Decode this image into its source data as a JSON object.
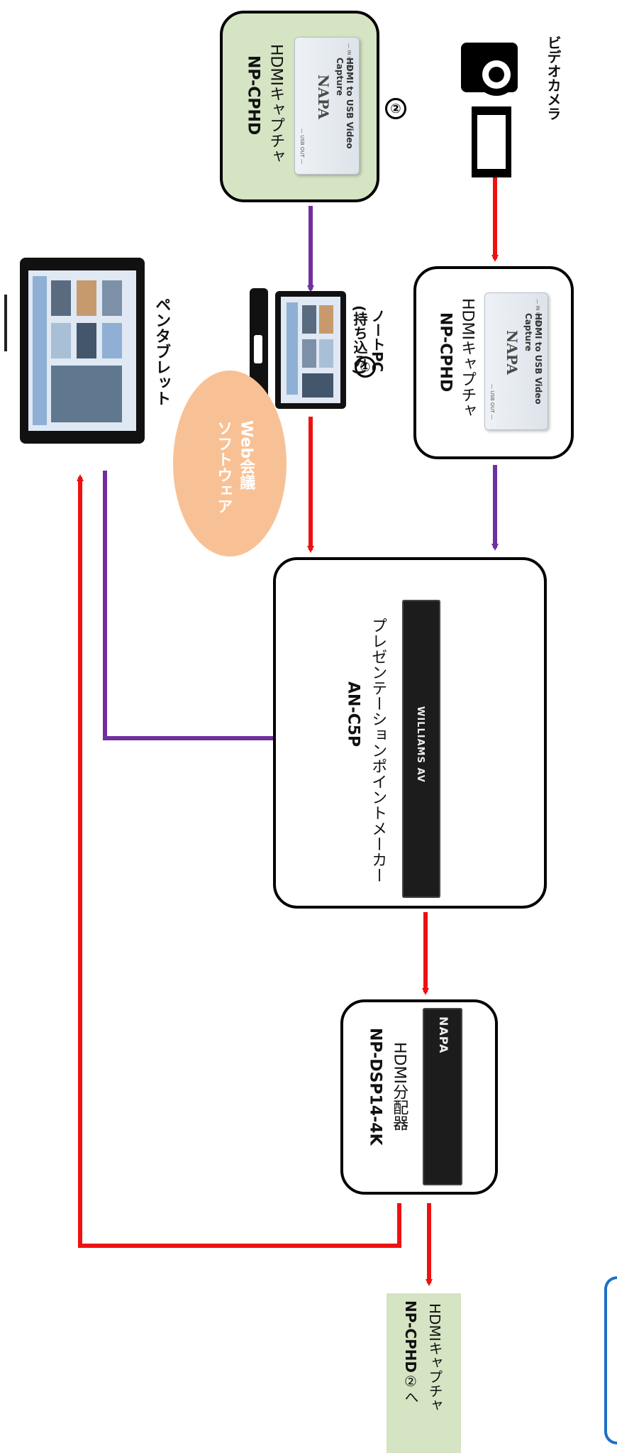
{
  "circled_numbers": {
    "one": "①",
    "two": "②",
    "two_inline": "②へ"
  },
  "camera": {
    "label": "ビデオカメラ"
  },
  "capture1": {
    "name": "HDMIキャプチャ",
    "model": "NP-CPHD",
    "device_text": "HDMI to USB Video Capture",
    "brand": "NAPA",
    "port_in": "— IN HDMI —",
    "port_out": "— USB OUT —"
  },
  "capture2": {
    "name": "HDMIキャプチャ",
    "model": "NP-CPHD",
    "device_text": "HDMI to USB Video Capture",
    "brand": "NAPA",
    "port_in": "— IN HDMI —",
    "port_out": "— USB OUT —"
  },
  "notebook": {
    "label_line1": "ノートPC",
    "label_line2": "(持ち込み)"
  },
  "web_conf": {
    "line1": "Web会議",
    "line2": "ソフトウェア"
  },
  "pen_tablet": {
    "label": "ペンタブレット"
  },
  "presenter": {
    "name": "プレゼンテーションポイントメーカー",
    "model": "AN-C5P",
    "brand": "WILLIAMS AV"
  },
  "splitter": {
    "name": "HDMI分配器",
    "model": "NP-DSP14-4K",
    "brand": "NAPA"
  },
  "out_label": {
    "name": "HDMIキャプチャ",
    "model": "NP-CPHD"
  },
  "colors": {
    "red": "#ee1111",
    "purple": "#7030a0",
    "green_box": "#d5e4c3",
    "orange_oval": "#f8c195",
    "blue_frame": "#1f6fc7"
  }
}
